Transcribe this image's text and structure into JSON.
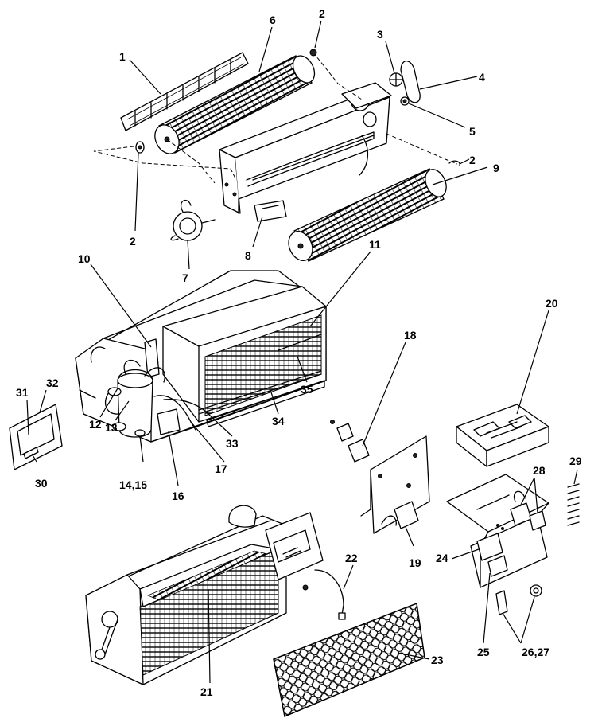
{
  "callouts": {
    "c1": "1",
    "c2a": "2",
    "c2b": "2",
    "c2c": "2",
    "c3": "3",
    "c4": "4",
    "c5": "5",
    "c6": "6",
    "c7": "7",
    "c8": "8",
    "c9": "9",
    "c10": "10",
    "c11": "11",
    "c12": "12",
    "c13": "13",
    "c14": "14,15",
    "c16": "16",
    "c17": "17",
    "c18": "18",
    "c19": "19",
    "c20": "20",
    "c21": "21",
    "c22": "22",
    "c23": "23",
    "c24": "24",
    "c25": "25",
    "c26": "26,27",
    "c28": "28",
    "c29": "29",
    "c30": "30",
    "c31": "31",
    "c32": "32",
    "c33": "33",
    "c34": "34",
    "c35": "35"
  },
  "colors": {
    "line": "#000000",
    "background": "#ffffff"
  }
}
